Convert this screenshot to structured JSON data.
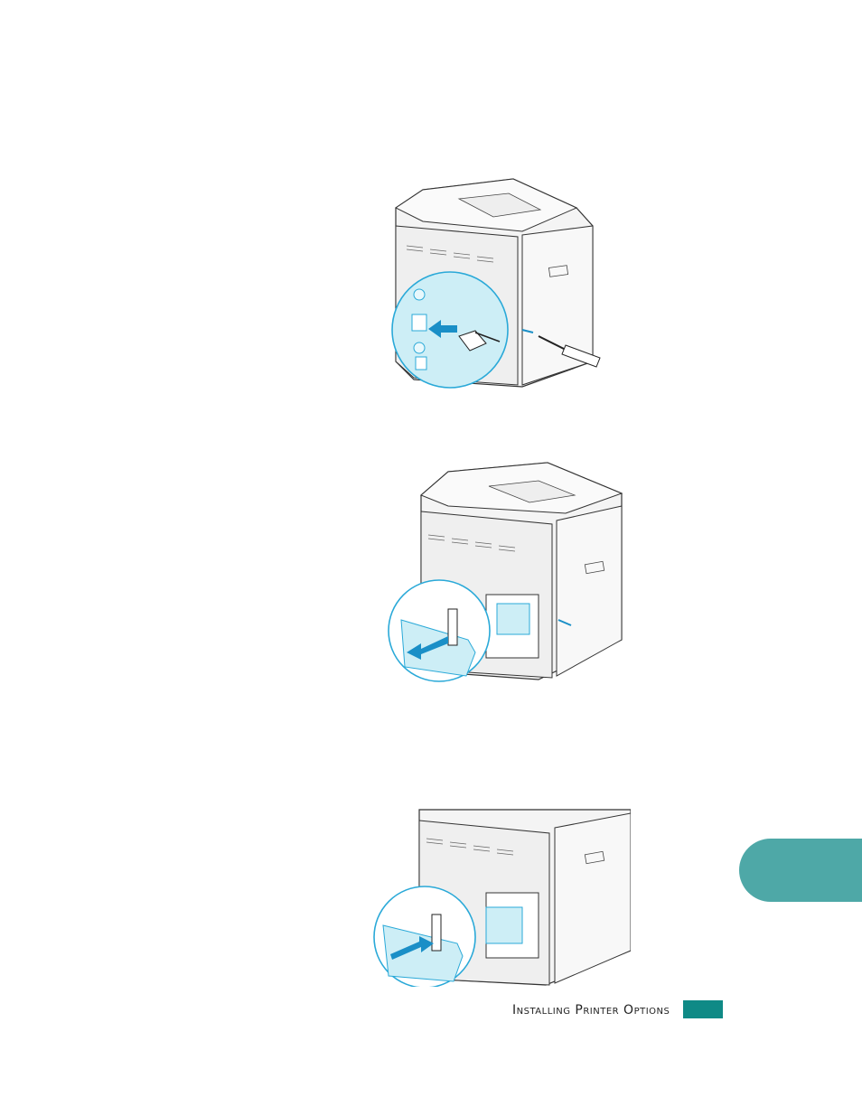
{
  "footer": {
    "section_title": "Installing Printer Options"
  },
  "colors": {
    "chapter_tab": "#4ea8a7",
    "page_badge": "#0f8a86",
    "callout_fill": "#cdeef6",
    "callout_stroke": "#2aa9d8"
  },
  "figures": [
    {
      "name": "remove-screws-illustration",
      "icon": "screwdriver-icon"
    },
    {
      "name": "lift-board-illustration",
      "icon": "arrow-out-icon"
    },
    {
      "name": "insert-card-illustration",
      "icon": "arrow-in-icon"
    }
  ]
}
